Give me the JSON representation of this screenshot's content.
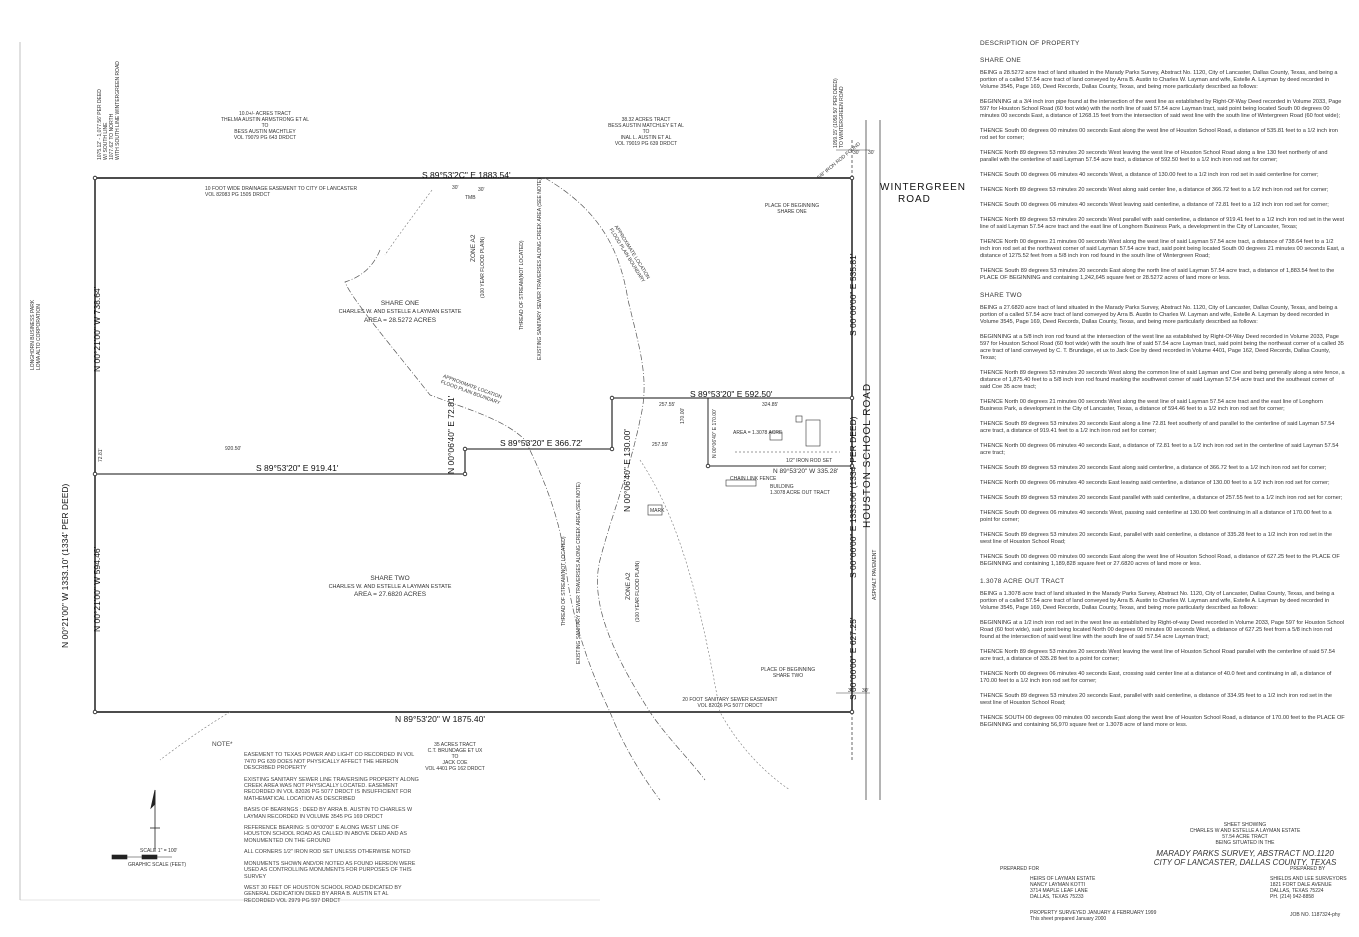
{
  "plat": {
    "bearings": {
      "north": "S 89°53'2C\" E   1883.54'",
      "inner_north": "S 89°53'20\" E   592.50'",
      "inner_mid": "S 89°53'20\" E   366.72'",
      "divider": "S 89°53'20\" E   919.41'",
      "south": "N 89°53'20\" W   1875.40'",
      "west_upper": "N 00°21'00\" W   738.64'",
      "west_lower": "N 00°21'00\" W   594.46'",
      "west_overall": "N 00°21'00\" W   1333.10'  (1334' PER DEED)",
      "east_upper": "S 00°00'00\" E   535.81'",
      "east_lower": "S 00°00'00\" E   627.25'",
      "east_overall": "S 00°00'00\" E   1333.06'  (1334' PER DEED)",
      "jog_1": "N 00°06'40\" E   72.81'",
      "jog_2": "N 00°06'40\" E   130.00'",
      "acre_parcel_south": "N 89°53'20\" W   335.28'"
    },
    "roads": {
      "wintergreen_1": "WINTERGREEN",
      "wintergreen_2": "ROAD",
      "houston": "HOUSTON SCHOOL ROAD"
    },
    "labels": {
      "share_one": "SHARE ONE",
      "share_one_owner": "CHARLES W. AND ESTELLE A LAYMAN ESTATE",
      "share_one_area": "AREA = 28.5272 ACRES",
      "share_two": "SHARE TWO",
      "share_two_owner": "CHARLES W. AND ESTELLE A LAYMAN ESTATE",
      "share_two_area": "AREA = 27.6820 ACRES",
      "acre_area": "AREA = 1.3078 ACRE",
      "acre_out": "BUILDING\n1.3078 ACRE OUT TRACT",
      "zone_a2_1": "ZONE A2",
      "zone_a2_1_sub": "(100 YEAR FLOOD PLAIN)",
      "zone_a2_2": "ZONE A2",
      "zone_a2_2_sub": "(100 YEAR FLOOD PLAIN)",
      "stream_1": "THREAD OF STREAM(NOT LOCATED)",
      "sewer_1": "EXISTING SANITARY SEWER TRAVERSES ALONG CREEK AREA (SEE NOTE)",
      "stream_2": "THREAD OF STREAM(NOT LOCATED)",
      "sewer_2": "EXISTING SANITARY SEWER TRAVERSES ALONG CREEK AREA (SEE NOTE)",
      "pob_one": "PLACE OF BEGINNING\nSHARE ONE",
      "pob_two": "PLACE OF BEGINNING\nSHARE TWO",
      "drainage_easement": "10 FOOT WIDE DRAINAGE EASEMENT TO CITY OF LANCASTER\nVOL 82083 PG 1505 DRDCT",
      "sewer_easement": "20 FOOT SANITARY SEWER EASEMENT\nVOL 82026 PG 5077 DRDCT",
      "approx_flood": "APPROXIMATE LOCATION\nFLOOD PLAIN BOUNDARY",
      "approx_flood_2": "APPROXIMATE LOCATION\nFLOOD PLAIN BOUNDARY",
      "chain_link": "CHAIN LINK FENCE",
      "asphalt": "ASPHALT PAVEMENT",
      "iron_rod": "1/2\" IRON ROD SET",
      "marks": "MARK",
      "inner_dim_1": "257.55'",
      "inner_dim_2": "324.85'",
      "inner_dim_3": "257.55'",
      "inner_dim_4": "920.50'",
      "inner_dim_5": "72.81'",
      "inner_dim_6": "N 00°06'40\" E  170.00'",
      "inner_dim_7": "170.00'",
      "pole": "TMB",
      "dim_30_a": "30'",
      "dim_30_b": "30'",
      "dim_30_c": "30'",
      "dim_30_d": "30'",
      "dim_30_e": "30'",
      "dim_30_f": "30'"
    },
    "adjoiners": {
      "thelma_tract": "10.0+/- ACRES TRACT\nTHELMA AUSTIN ARMSTRONG ET AL\nTO\nBESS AUSTIN MACHTLEY\nVOL 79079 PG 643 DRDCT",
      "inal_tract": "38.32 ACRES TRACT\nBESS AUSTIN MATCHLEY ET AL\nTO\nINAL L. AUSTIN ET AL\nVOL 79019 PG 639 DRDCT",
      "cutler_tract": "35 ACRES TRACT\nC.T. BRUNDAGE ET UX\nTO\nJACK COE\nVOL 4401 PG 162 DRDCT",
      "longhorn": "LONGHORN BUSINESS PARK\nLOMA ALTO CORPORATION",
      "row_left": "1075.12' - 1,077.56' PER DEED\nW/ SOUTH LINE\n1077.62' TO NORTH\nWITH SOUTH LINE WINTERGREEN ROAD",
      "row_right": "1059.15' (1058.50' PER DEED)\nTO WINTERGREEN ROAD",
      "row_marker": "5/8\" IRON ROD FOUND"
    },
    "scale": {
      "label": "SCALE 1\" = 100'",
      "sub": "GRAPHIC SCALE (FEET)"
    }
  },
  "notes": {
    "title": "NOTE*",
    "items": [
      "EASEMENT TO TEXAS POWER AND LIGHT CO RECORDED IN VOL 7470 PG 639 DOES NOT PHYSICALLY AFFECT THE HEREON DESCRIBED PROPERTY",
      "EXISTING SANITARY SEWER LINE TRAVERSING PROPERTY ALONG CREEK AREA WAS NOT PHYSICALLY LOCATED. EASEMENT RECORDED IN VOL 82026 PG 5077 DRDCT IS INSUFFICIENT FOR MATHEMATICAL LOCATION AS DESCRIBED",
      "BASIS OF BEARINGS : DEED BY ARRA B. AUSTIN TO CHARLES W LAYMAN RECORDED IN VOLUME 3545 PG 169 DRDCT",
      "REFERENCE BEARING: S 00°00'00\" E ALONG WEST LINE OF HOUSTON SCHOOL ROAD AS CALLED IN ABOVE DEED AND AS MONUMENTED ON THE GROUND",
      "ALL CORNERS 1/2\" IRON ROD SET UNLESS OTHERWISE NOTED",
      "MONUMENTS SHOWN AND/OR NOTED AS FOUND HEREON WERE USED AS CONTROLLING MONUMENTS FOR PURPOSES OF THIS SURVEY",
      "WEST 30 FEET OF HOUSTON SCHOOL ROAD DEDICATED BY GENERAL DEDICATION DEED BY ARRA B. AUSTIN ET AL RECORDED VOL 2979 PG 597 DRDCT"
    ]
  },
  "description": {
    "heading": "DESCRIPTION OF PROPERTY",
    "share_one": "SHARE ONE",
    "share_one_paras": [
      "BEING a 28.5272 acre tract of land situated in the Marady Parks Survey, Abstract No. 1120, City of Lancaster, Dallas County, Texas, and being a portion of a called 57.54 acre tract of land conveyed by Arra B. Austin to Charles W. Layman and wife, Estelle A. Layman by deed recorded in Volume 3545, Page 169, Deed Records, Dallas County, Texas, and being more particularly described as follows:",
      "BEGINNING at a 3/4 inch iron pipe found at the intersection of the west line as established by Right-Of-Way Deed recorded in Volume 2033, Page 597 for Houston School Road (60 foot wide) with the north line of said 57.54 acre Layman tract, said point being located South 00 degrees 00 minutes 00 seconds East, a distance of 1268.15 feet from the intersection of said west line with the south line of Wintergreen Road (60 foot wide);",
      "THENCE South 00 degrees 00 minutes 00 seconds East along the west line of Houston School Road, a distance of 535.81 feet to a 1/2 inch iron rod set for corner;",
      "THENCE North 89 degrees 53 minutes 20 seconds West leaving the west line of Houston School Road along a line 130 feet northerly of and parallel with the centerline of said Layman 57.54 acre tract, a distance of 592.50 feet to a 1/2 inch iron rod set for corner;",
      "THENCE South 00 degrees 06 minutes 40 seconds West, a distance of 130.00 feet to a 1/2 inch iron rod set in said centerline for corner;",
      "THENCE North 89 degrees 53 minutes 20 seconds West along said center line, a distance of 366.72 feet to a 1/2 inch iron rod set for corner;",
      "THENCE South 00 degrees 06 minutes 40 seconds West leaving said centerline, a distance of 72.81 feet to a 1/2 inch iron rod set for corner;",
      "THENCE North 89 degrees 53 minutes 20 seconds West parallel with said centerline, a distance of 919.41 feet to a 1/2 inch iron rod set in the west line of said Layman 57.54 acre tract and the east line of Longhorn Business Park, a development in the City of Lancaster, Texas;",
      "THENCE North 00 degrees 21 minutes 00 seconds West along the west line of said Layman 57.54 acre tract, a distance of 738.64 feet to a 1/2 inch iron rod set at the northwest corner of said Layman 57.54 acre tract, said point being located South 00 degrees 21 minutes 00 seconds East, a distance of 1275.52 feet from a 5/8 inch iron rod found in the south line of Wintergreen Road;",
      "THENCE South 89 degrees 53 minutes 20 seconds East along the north line of said Layman 57.54 acre tract, a distance of 1,883.54 feet to the PLACE OF BEGINNING and containing 1,242,645 square feet or 28.5272 acres of land more or less."
    ],
    "share_two": "SHARE TWO",
    "share_two_paras": [
      "BEING a 27.6820 acre tract of land situated in the Marady Parks Survey, Abstract No. 1120, City of Lancaster, Dallas County, Texas, and being a portion of a called 57.54 acre tract of land conveyed by Arra B. Austin to Charles W. Layman and wife, Estelle A. Layman by deed recorded in Volume 3545, Page 169, Deed Records, Dallas County, Texas, and being more particularly described as follows:",
      "BEGINNING at a 5/8 inch iron rod found at the intersection of the west line as established by Right-Of-Way Deed recorded in Volume 2033, Page 597 for Houston School Road (60 foot wide) with the south line of said 57.54 acre Layman tract, said point being the northeast corner of a called 35 acre tract of land conveyed by C. T. Brundage, et ux to Jack Coe by deed recorded in Volume 4401, Page 162, Deed Records, Dallas County, Texas;",
      "THENCE North 89 degrees 53 minutes 20 seconds West along the common line of said Layman and Coe and being generally along a wire fence, a distance of 1,875.40 feet to a 5/8 inch iron rod found marking the southwest corner of said Layman 57.54 acre tract and the southeast corner of said Coe 35 acre tract;",
      "THENCE North 00 degrees 21 minutes 00 seconds West along the west line of said Layman 57.54 acre tract and the east line of Longhorn Business Park, a development in the City of Lancaster, Texas, a distance of 594.46 feet to a 1/2 inch iron rod set for corner;",
      "THENCE South 89 degrees 53 minutes 20 seconds East along a line 72.81 feet southerly of and parallel to the centerline of said Layman 57.54 acre tract, a distance of 919.41 feet to a 1/2 inch iron rod set for corner;",
      "THENCE North 00 degrees 06 minutes 40 seconds East, a distance of 72.81 feet to a 1/2 inch iron rod set in the centerline of said Layman 57.54 acre tract;",
      "THENCE South 89 degrees 53 minutes 20 seconds East along said centerline, a distance of 366.72 feet to a 1/2 inch iron rod set for corner;",
      "THENCE North 00 degrees 06 minutes 40 seconds East leaving said centerline, a distance of 130.00 feet to a 1/2 inch iron rod set for corner;",
      "THENCE South 89 degrees 53 minutes 20 seconds East parallel with said centerline, a distance of 257.55 feet to a 1/2 inch iron rod set for corner;",
      "THENCE South 00 degrees 06 minutes 40 seconds West, passing said centerline at 130.00 feet continuing in all a distance of 170.00 feet to a point for corner;",
      "THENCE South 89 degrees 53 minutes 20 seconds East, parallel with said centerline, a distance of 335.28 feet to a 1/2 inch iron rod set in the west line of Houston School Road;",
      "THENCE South 00 degrees 00 minutes 00 seconds East along the west line of Houston School Road, a distance of 627.25 feet to the PLACE OF BEGINNING and containing 1,189,828 square feet or 27.6820 acres of land more or less."
    ],
    "acre_out": "1.3078 ACRE OUT TRACT",
    "acre_out_paras": [
      "BEING a 1.3078 acre tract of land situated in the Marady Parks Survey, Abstract No. 1120, City of Lancaster, Dallas County, Texas, and being a portion of a called 57.54 acre tract of land conveyed by Arra B. Austin to Charles W. Layman and wife, Estelle A. Layman by deed recorded in Volume 3545, Page 169, Deed Records, Dallas County, Texas, and being more particularly described as follows:",
      "BEGINNING at a 1/2 inch iron rod set in the west line as established by Right-of-way Deed recorded in Volume 2033, Page 597 for Houston School Road (60 foot wide), said point being located North 00 degrees 00 minutes 00 seconds West, a distance of 627.25 feet from a 5/8 inch iron rod found at the intersection of said west line with the south line of said 57.54 acre Layman tract;",
      "THENCE North 89 degrees 53 minutes 20 seconds West leaving the west line of Houston School Road parallel with the centerline of said 57.54 acre tract, a distance of 335.28 feet to a point for corner;",
      "THENCE North 00 degrees 06 minutes 40 seconds East, crossing said center line at a distance of 40.0 feet and continuing in all, a distance of 170.00 feet to a 1/2 inch iron rod set for corner;",
      "THENCE South 89 degrees 53 minutes 20 seconds East, parallel with said centerline, a distance of 334.95 feet to a 1/2 inch iron rod set in the west line of Houston School Road;",
      "THENCE SOUTH 00 degrees 00 minutes 00 seconds East along the west line of Houston School Road, a distance of 170.00 feet to the PLACE OF BEGINNING and containing 56,970 square feet or 1.3078 acre of land more or less."
    ]
  },
  "title_block": {
    "sheet_note": "SHEET SHOWING\nCHARLES W AND ESTELLE A LAYMAN ESTATE\n57.54 ACRE TRACT\nBEING SITUATED IN THE",
    "line1": "MARADY PARKS SURVEY, ABSTRACT NO.1120",
    "line2": "CITY OF LANCASTER, DALLAS COUNTY, TEXAS",
    "prepared_for_label": "PREPARED FOR",
    "prepared_for": "HEIRS OF LAYMAN ESTATE\nNANCY LAYMAN KOTTI\n3714 MAPLE LEAF LANE\nDALLAS, TEXAS 75233",
    "prepared_by_label": "PREPARED BY",
    "prepared_by": "SHIELDS AND LEE SURVEYORS\n1821 FORT DALE AVENUE\nDALLAS, TEXAS 75224\nPH. (214) 942-8858",
    "survey_date": "PROPERTY SURVEYED JANUARY & FEBRUARY 1999\nThis sheet prepared January 2000",
    "job_no": "JOB NO. 1187324-phy"
  }
}
